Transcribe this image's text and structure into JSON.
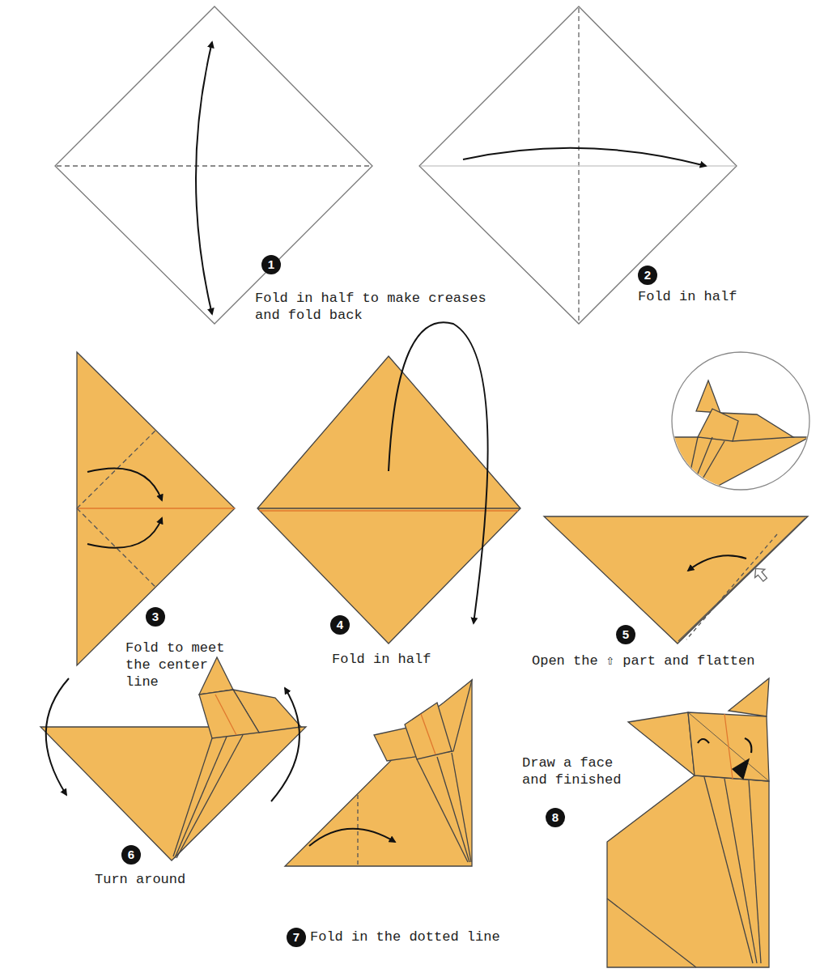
{
  "diagram": {
    "labels": [
      "1",
      "Fold in half to make creases and fold back",
      "2",
      "Fold in half",
      "3",
      "Fold to meet the center line",
      "4",
      "Fold in half",
      "5",
      "Open the ⇧ part and flatten",
      "6",
      "Turn around",
      "7",
      "Fold in the dotted line",
      "Draw a face and finished",
      "8"
    ]
  }
}
